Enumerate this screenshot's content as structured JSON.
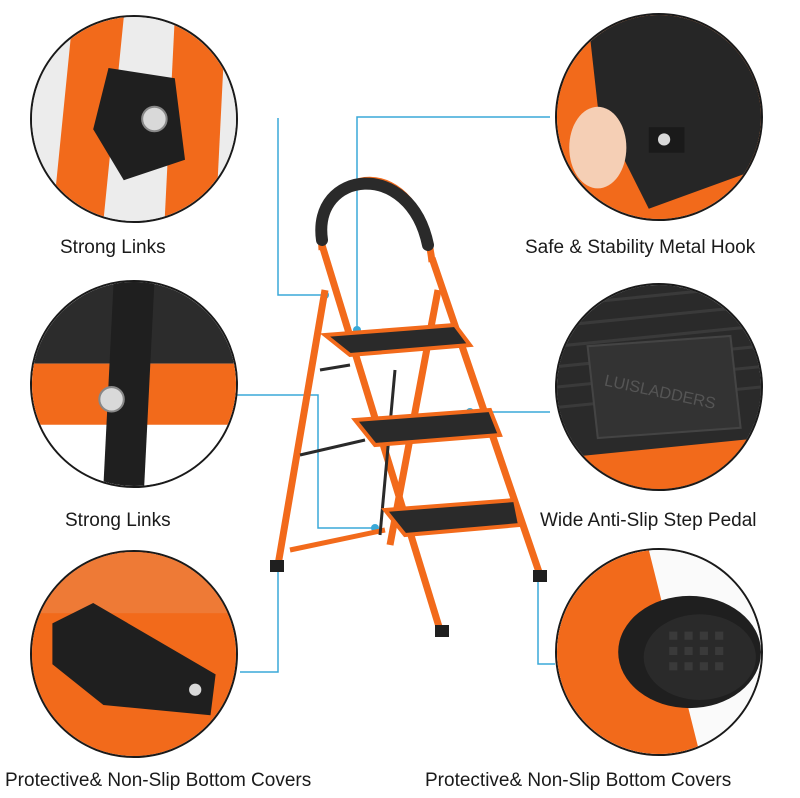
{
  "callouts": {
    "top_left": "Strong Links",
    "top_right": "Safe & Stability Metal Hook",
    "mid_left": "Strong Links",
    "mid_right": "Wide Anti-Slip Step Pedal",
    "bottom_left": "Protective& Non-Slip Bottom Covers",
    "bottom_right": "Protective& Non-Slip Bottom Covers"
  },
  "brand_logo": "LUISLADDERS",
  "colors": {
    "frame_orange": "#f26a1b",
    "step_black": "#2a2a2a",
    "callout_line": "#3aa9d8",
    "rubber": "#1f1f1f"
  },
  "icons": {
    "ladder": "step-ladder-illustration"
  }
}
